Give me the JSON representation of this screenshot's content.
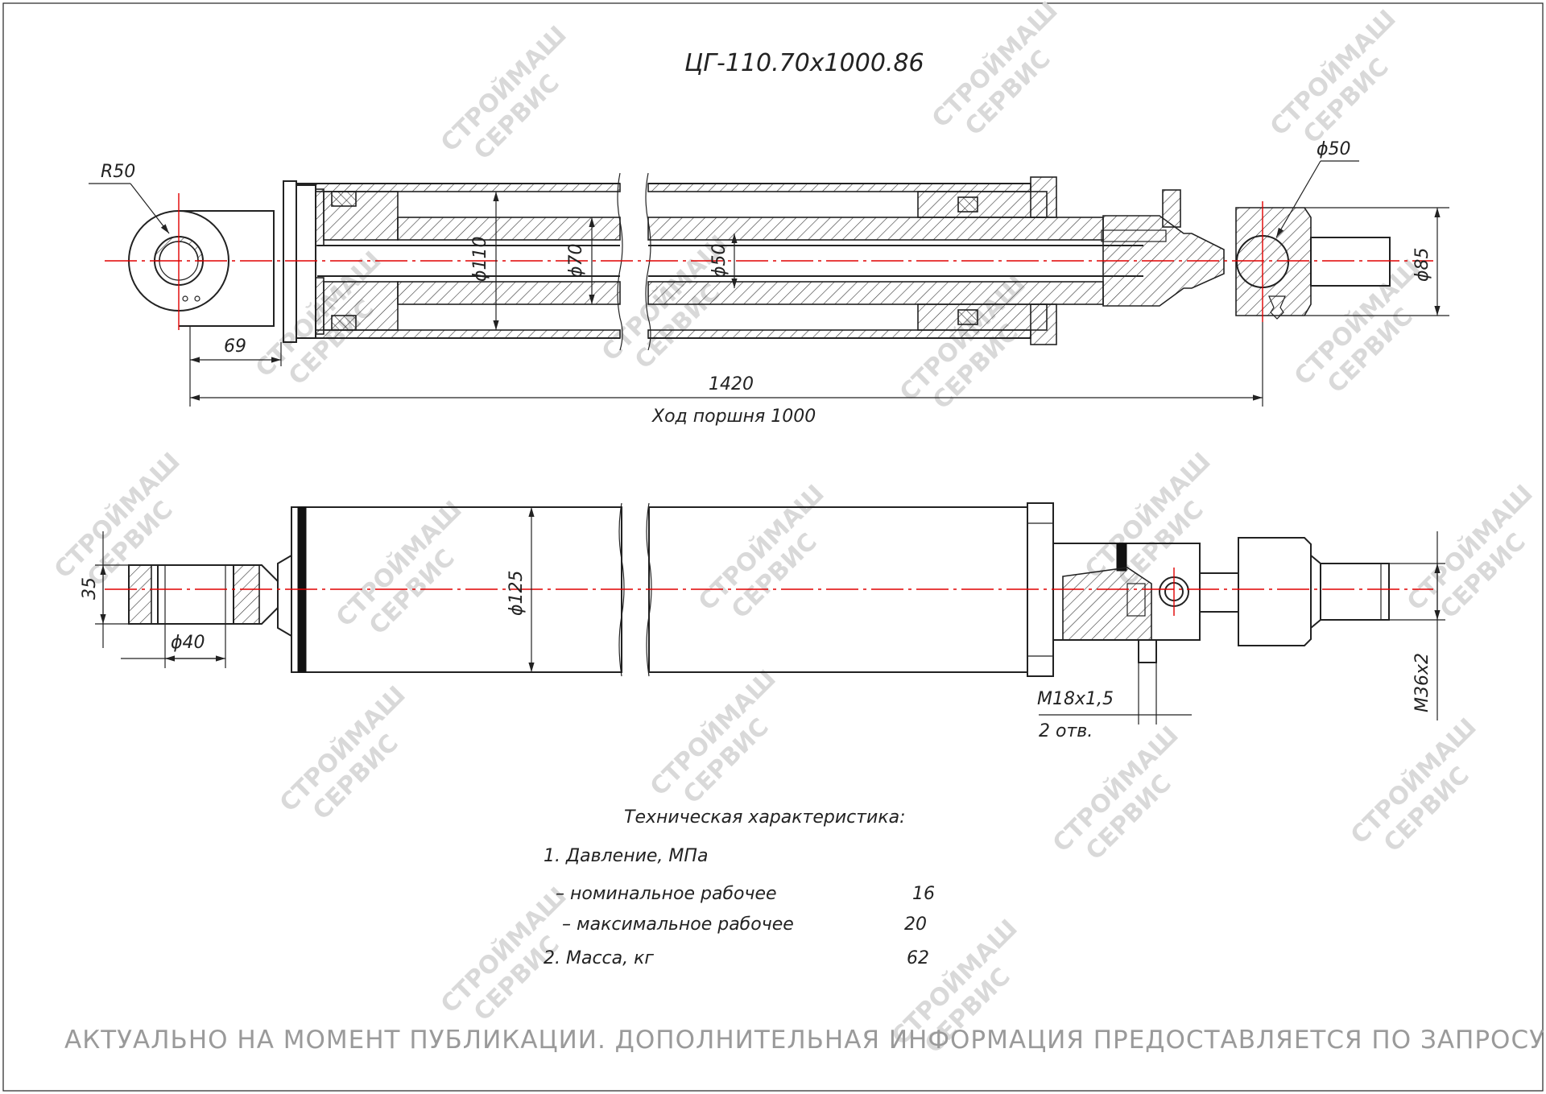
{
  "drawing": {
    "title": "ЦГ-110.70х1000.86",
    "footer_note": "АКТУАЛЬНО НА МОМЕНТ ПУБЛИКАЦИИ. ДОПОЛНИТЕЛЬНАЯ ИНФОРМАЦИЯ ПРЕДОСТАВЛЯЕТСЯ ПО ЗАПРОСУ",
    "watermark_line1": "СТРОЙМАШ",
    "watermark_line2": "СЕРВИС"
  },
  "dimensions": {
    "eye_radius": "R50",
    "eye_offset": "69",
    "overall_length": "1420",
    "stroke": "Ход поршня 1000",
    "bore": "ϕ110",
    "rod": "ϕ70",
    "inner_tube": "ϕ50",
    "pin_dia": "ϕ50",
    "head_dia": "ϕ85",
    "eye_width": "35",
    "eye_bore": "ϕ40",
    "outer_dia": "ϕ125",
    "port_thread": "М18х1,5",
    "port_count": "2 отв.",
    "rod_thread": "М36х2"
  },
  "specs": {
    "heading": "Техническая характеристика:",
    "pressure_title": "1. Давление, МПа",
    "nominal_label": "– номинальное рабочее",
    "nominal_value": "16",
    "max_label": "– максимальное рабочее",
    "max_value": "20",
    "mass_label": "2. Масса, кг",
    "mass_value": "62"
  },
  "colors": {
    "axis": "#e00000",
    "line": "#222222",
    "watermark": "#d9d9d9"
  }
}
